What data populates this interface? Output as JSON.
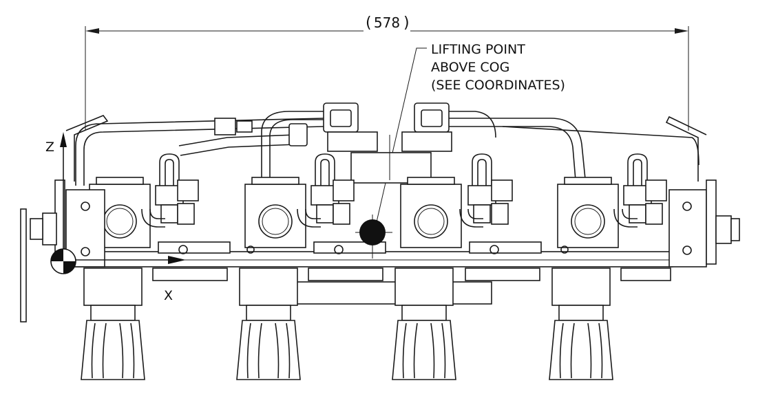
{
  "dimension": {
    "value": "578"
  },
  "callout": {
    "lines": [
      "LIFTING POINT",
      "ABOVE COG",
      "(SEE COORDINATES)"
    ]
  },
  "axes": {
    "z_label": "Z",
    "x_label": "X"
  },
  "colors": {
    "line": "#1a1a1a",
    "cog_marker": "#111111",
    "background": "#ffffff"
  }
}
